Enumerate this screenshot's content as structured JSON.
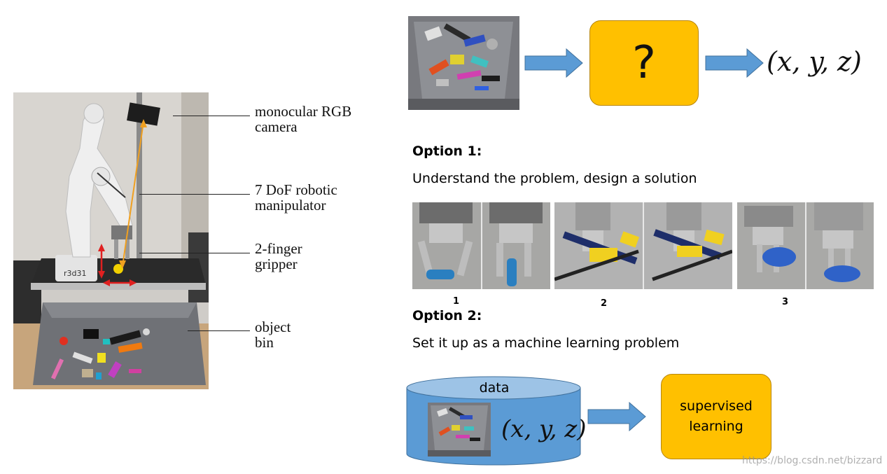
{
  "callouts": {
    "camera": "monocular RGB\ncamera",
    "manipulator": "7 DoF robotic\nmanipulator",
    "gripper": "2-finger\ngripper",
    "bin": "object\nbin"
  },
  "robot_base_label": "r3d31",
  "top_flow": {
    "question": "?",
    "output": "(x, y, z)"
  },
  "option1": {
    "heading": "Option 1:",
    "description": "Understand the problem, design a solution",
    "panel_numbers": [
      "1",
      "2",
      "3"
    ]
  },
  "option2": {
    "heading": "Option 2:",
    "description": "Set it up as a machine learning problem"
  },
  "bottom_flow": {
    "data_label": "data",
    "output": "(x, y, z)",
    "supervised_line1": "supervised",
    "supervised_line2": "learning"
  },
  "watermark": "https://blog.csdn.net/bizzard",
  "colors": {
    "arrow_blue": "#5b9bd5",
    "box_yellow": "#ffc000",
    "cylinder_blue": "#5b9bd5",
    "cylinder_top": "#9dc3e6",
    "annotation_red": "#e02020",
    "annotation_orange": "#f0a020"
  }
}
